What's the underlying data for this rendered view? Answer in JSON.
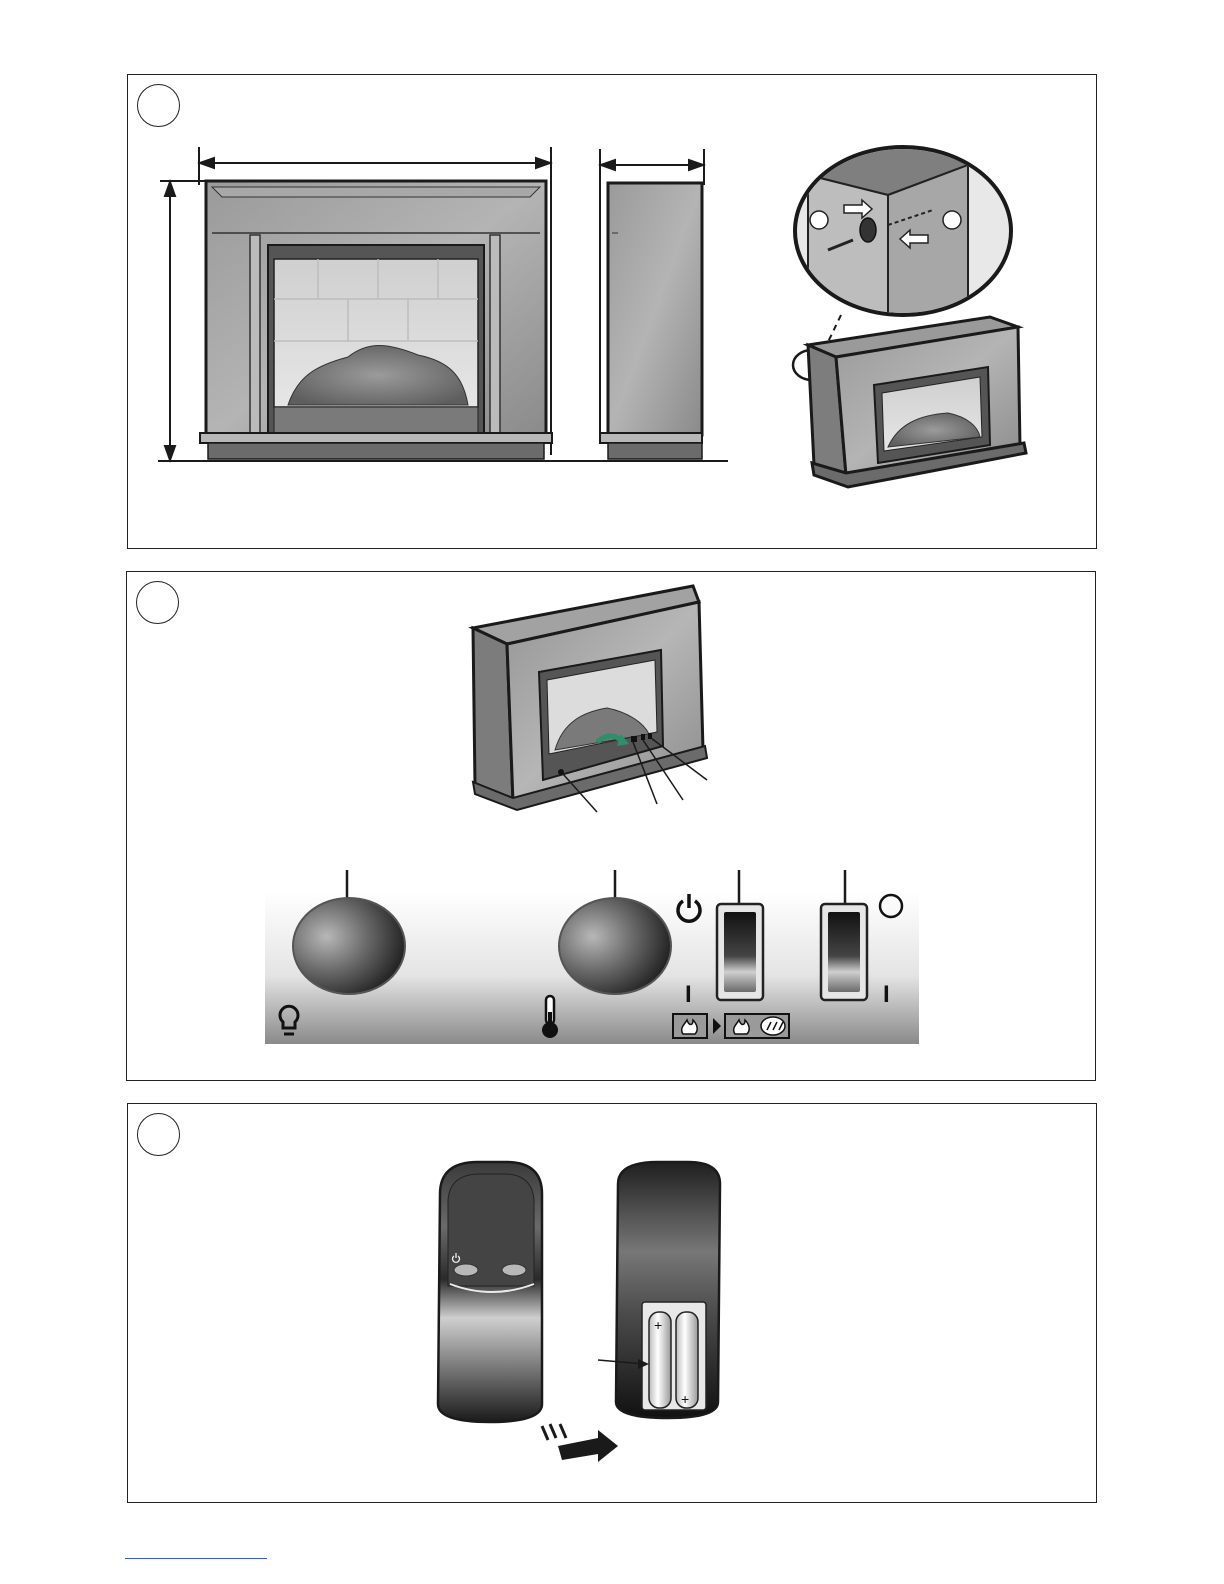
{
  "steps": [
    {
      "number": "",
      "figure": "fireplace-dimensions-and-wall-mounting"
    },
    {
      "number": "",
      "figure": "control-panel"
    },
    {
      "number": "",
      "figure": "remote-battery-installation"
    }
  ],
  "control_panel": {
    "switch_1_on_mark": "I",
    "switch_2_on_mark": "I"
  },
  "remote": {
    "battery_plus_1": "+",
    "battery_plus_2": "+"
  },
  "colors": {
    "line": "#1a1a1a",
    "mantle_gray": "#8e8e8e",
    "accent_green": "#2f8f6a",
    "footer_rule": "#3b5bd6"
  }
}
